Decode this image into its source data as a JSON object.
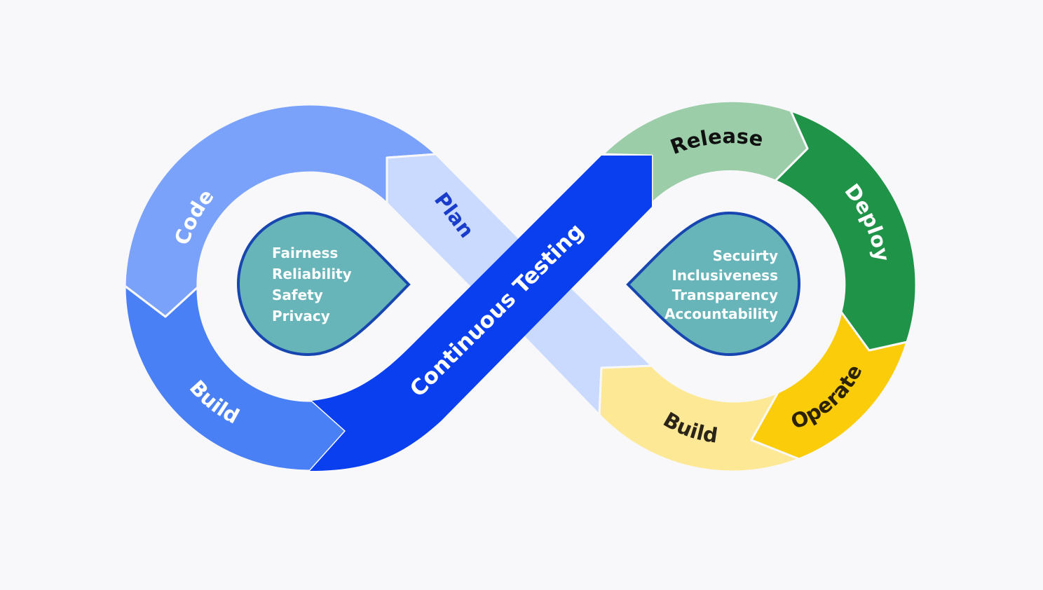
{
  "stages": {
    "code": {
      "label": "Code",
      "color": "#7ba2fb",
      "text_color": "#ffffff"
    },
    "plan": {
      "label": "Plan",
      "color": "#c9dafe",
      "text_color": "#1a3ccc"
    },
    "build_left": {
      "label": "Build",
      "color": "#4a80f5",
      "text_color": "#ffffff"
    },
    "continuous_testing": {
      "label": "Continuous Testing",
      "color": "#0a3ff0",
      "text_color": "#ffffff"
    },
    "release": {
      "label": "Release",
      "color": "#9ccda9",
      "text_color": "#111111"
    },
    "deploy": {
      "label": "Deploy",
      "color": "#1f9448",
      "text_color": "#ffffff"
    },
    "operate": {
      "label": "Operate",
      "color": "#fbcc0a",
      "text_color": "#2a2200"
    },
    "build_right": {
      "label": "Build",
      "color": "#fde995",
      "text_color": "#2b2418"
    }
  },
  "left_center": {
    "color": "#67b4b9",
    "border_color": "#1746b0",
    "items": [
      "Fairness",
      "Reliability",
      "Safety",
      "Privacy"
    ]
  },
  "right_center": {
    "color": "#67b4b9",
    "border_color": "#1746b0",
    "items": [
      "Secuirty",
      "Inclusiveness",
      "Transparency",
      "Accountability"
    ]
  }
}
